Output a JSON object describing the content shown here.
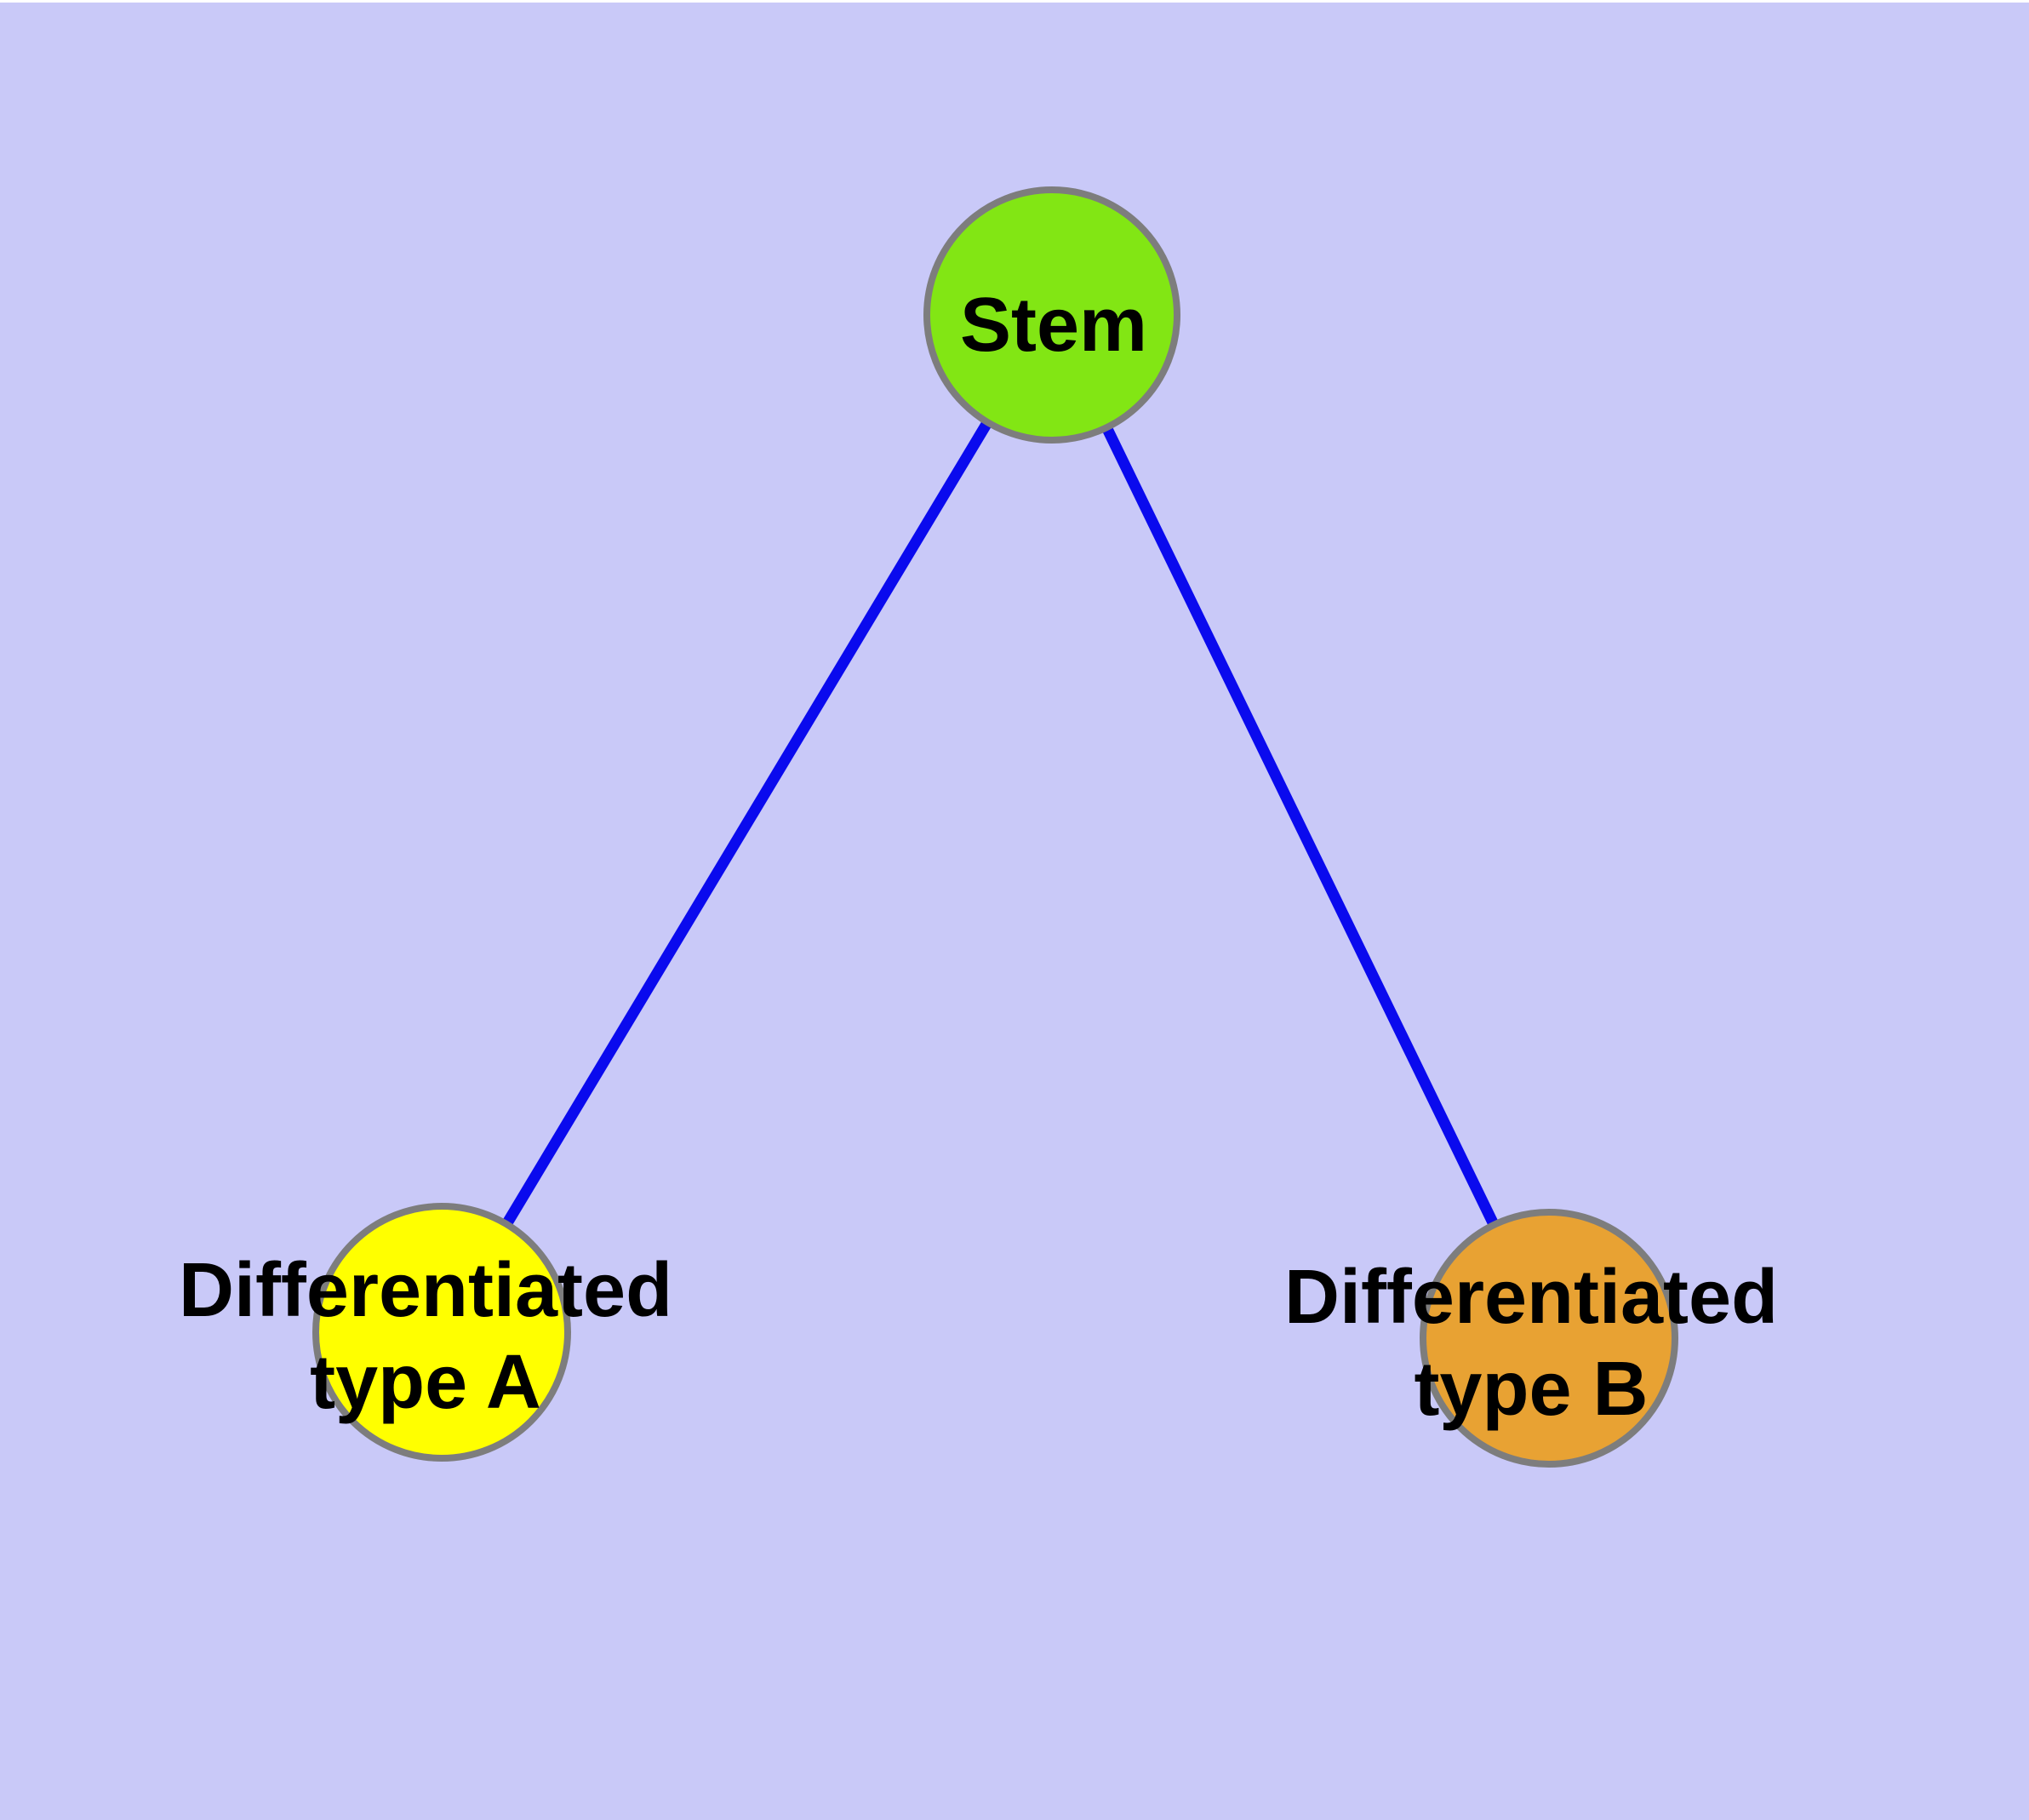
{
  "diagram": {
    "title": "",
    "background_color": "#C9C9F8",
    "node_border_color": "#7D7D7D",
    "edge_color": "#0A0AEE",
    "label_color": "#000000",
    "nodes": [
      {
        "id": "stem",
        "label": "Stem",
        "label_lines": [
          "Stem"
        ],
        "fill_color": "#82E614"
      },
      {
        "id": "differentiated-type-a",
        "label": "Differentiated type A",
        "label_lines": [
          "Differentiated",
          "type A"
        ],
        "fill_color": "#FFFF00"
      },
      {
        "id": "differentiated-type-b",
        "label": "Differentiated type B",
        "label_lines": [
          "Differentiated",
          "type B"
        ],
        "fill_color": "#E8A233"
      }
    ],
    "edges": [
      {
        "from": "Stem",
        "to": "Differentiated type A"
      },
      {
        "from": "Stem",
        "to": "Differentiated type B"
      }
    ]
  }
}
